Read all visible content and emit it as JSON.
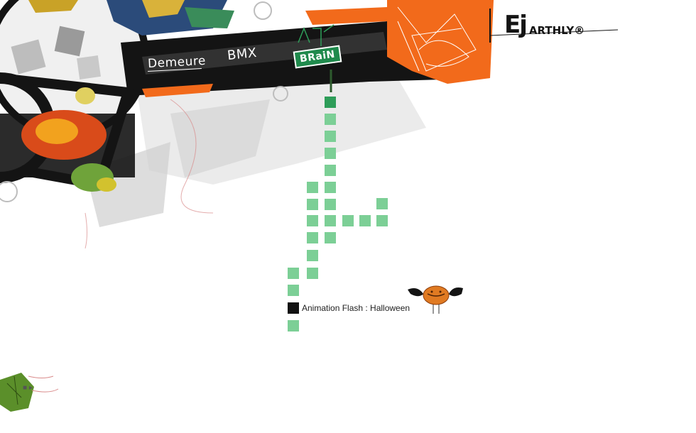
{
  "header": {
    "nav": {
      "demeure": "Demeure",
      "bmx": "BMX",
      "brain": "BRaiN"
    },
    "logo": {
      "mark": "Ej",
      "name": "ARTHLY®"
    }
  },
  "content": {
    "flash_link": "Animation Flash : Halloween"
  },
  "icons": {
    "brand_mark": "ej-logo-icon",
    "pumpkin": "pumpkin-bat-icon",
    "loader": "play-arrow-icon"
  },
  "colors": {
    "accent_orange": "#f26a1b",
    "band_black": "#141414",
    "pixel_green": "#7ccf96",
    "sign_green": "#1f8a4c"
  },
  "corner": {
    "loader_glyph": "■ ▸"
  }
}
